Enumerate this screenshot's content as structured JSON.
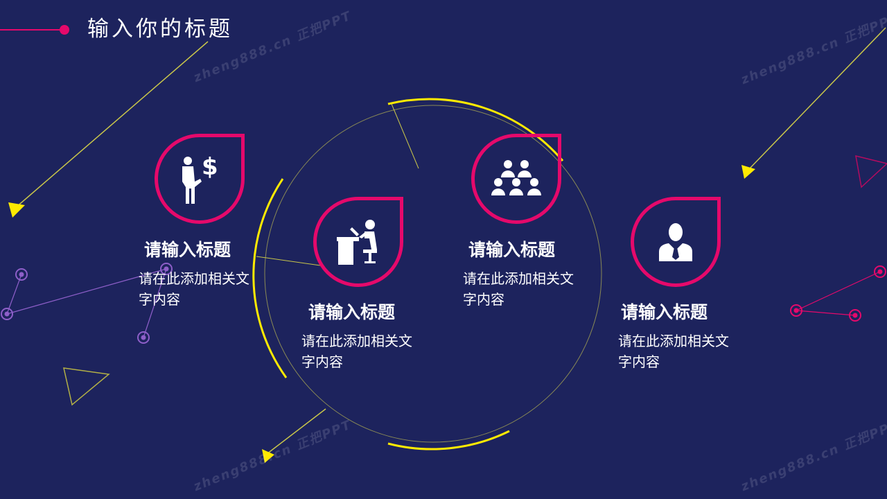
{
  "slide": {
    "title": "输入你的标题",
    "watermarks": [
      "zheng888.cn 正把PPT",
      "zheng888.cn 正把PPT",
      "zheng888.cn 正把PPT",
      "zheng888.cn 正把PPT"
    ]
  },
  "colors": {
    "background": "#1d235d",
    "accent_pink": "#e5096b",
    "accent_yellow": "#ffea00",
    "accent_purple": "#8e5fc9"
  },
  "cards": [
    {
      "icon": "businessman-dollar-icon",
      "title": "请输入标题",
      "desc": "请在此添加相关文字内容"
    },
    {
      "icon": "person-at-desk-icon",
      "title": "请输入标题",
      "desc": "请在此添加相关文字内容"
    },
    {
      "icon": "team-group-icon",
      "title": "请输入标题",
      "desc": "请在此添加相关文字内容"
    },
    {
      "icon": "manager-avatar-icon",
      "title": "请输入标题",
      "desc": "请在此添加相关文字内容"
    }
  ]
}
